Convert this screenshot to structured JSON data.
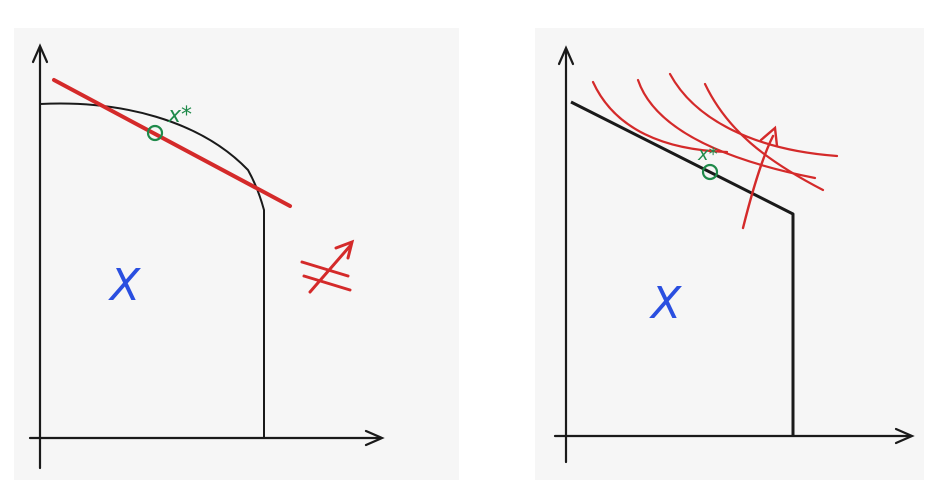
{
  "panels": {
    "left": {
      "region_label": "X",
      "point_label": "x*"
    },
    "right": {
      "region_label": "X",
      "point_label": "x*"
    }
  },
  "colors": {
    "background": "#f6f6f6",
    "axis": "#1a1a1a",
    "boundary": "#1a1a1a",
    "tangent_line": "#d42a2a",
    "level_curves": "#d42a2a",
    "region_label": "#2a4fe0",
    "optimum_point": "#1f8a4a"
  },
  "icons": {
    "left_improving_direction": "crossed-out-arrow",
    "right_improving_direction": "arrow"
  }
}
